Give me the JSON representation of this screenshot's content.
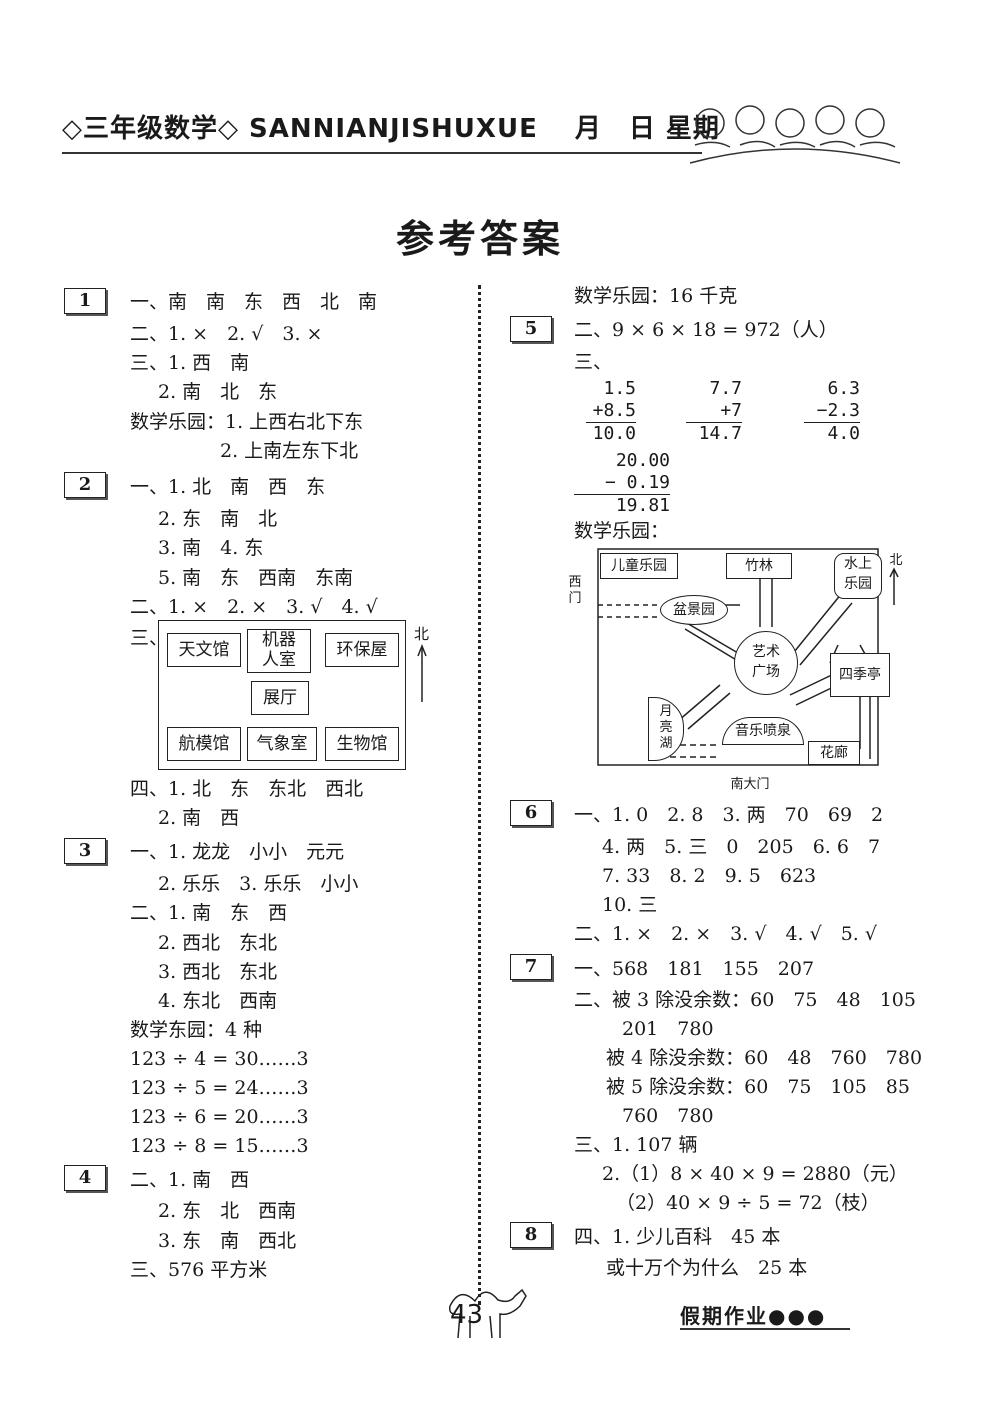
{
  "header": {
    "text": "◇三年级数学◇ SANNIANJISHUXUE　 月　日 星期"
  },
  "title": "参考答案",
  "footer": {
    "page": "43",
    "brand": "假期作业●●●"
  },
  "left": {
    "s1": {
      "num": "1",
      "lines": [
        "一、南　南　东　西　北　南",
        "二、1. ×　2. √　3. ×",
        "三、1. 西　南",
        "2. 南　北　东",
        "数学乐园：1. 上西右北下东",
        "2. 上南左东下北"
      ]
    },
    "s2": {
      "num": "2",
      "lines": [
        "一、1. 北　南　西　东",
        "2. 东　南　北",
        "3. 南　4. 东",
        "5. 南　东　西南　东南",
        "二、1. ×　2. ×　3. √　4. √",
        "三、"
      ],
      "grid": {
        "north": "北",
        "rooms": [
          "天文馆",
          "机器\n人室",
          "环保屋",
          "展厅",
          "航模馆",
          "气象室",
          "生物馆"
        ]
      },
      "lines2": [
        "四、1. 北　东　东北　西北",
        "2. 南　西"
      ]
    },
    "s3": {
      "num": "3",
      "lines": [
        "一、1. 龙龙　小小　元元",
        "2. 乐乐　3. 乐乐　小小",
        "二、1. 南　东　西",
        "2. 西北　东北",
        "3. 西北　东北",
        "4. 东北　西南",
        "数学东园：4 种",
        "123 ÷ 4 = 30……3",
        "123 ÷ 5 = 24……3",
        "123 ÷ 6 = 20……3",
        "123 ÷ 8 = 15……3"
      ]
    },
    "s4": {
      "num": "4",
      "lines": [
        "二、1. 南　西",
        "2. 东　北　西南",
        "3. 东　南　西北",
        "三、576 平方米"
      ]
    }
  },
  "right": {
    "top": "数学乐园：16 千克",
    "s5": {
      "num": "5",
      "lines": [
        "二、9 × 6 × 18 = 972（人）",
        "三、"
      ],
      "calc": [
        [
          "1.5",
          "+8.5",
          "10.0"
        ],
        [
          "7.7",
          "+7",
          "14.7"
        ],
        [
          "6.3",
          "−2.3",
          "4.0"
        ],
        [
          "20.00",
          "− 0.19",
          "19.81"
        ]
      ],
      "park": "数学乐园：",
      "map": {
        "kids": "儿童乐园",
        "bamboo": "竹林",
        "water": "水上\n乐园",
        "north": "北",
        "west": "西\n门",
        "bonsai": "盆景园",
        "art": "艺术\n广场",
        "season": "四季亭",
        "moon": "月\n亮\n湖",
        "fountain": "音乐喷泉",
        "corridor": "花廊",
        "south": "南大门"
      }
    },
    "s6": {
      "num": "6",
      "lines": [
        "一、1. 0　2. 8　3. 两　70　69　2",
        "4. 两　5. 三　0　205　6. 6　7",
        "7. 33　8. 2　9. 5　623",
        "10. 三",
        "二、1. ×　2. ×　3. √　4. √　5. √"
      ]
    },
    "s7": {
      "num": "7",
      "lines": [
        "一、568　181　155　207",
        "二、被 3 除没余数：60　75　48　105",
        "201　780",
        "被 4 除没余数：60　48　760　780",
        "被 5 除没余数：60　75　105　85",
        "760　780",
        "三、1. 107 辆",
        "2.（1）8 × 40 × 9 = 2880（元）",
        "（2）40 × 9 ÷ 5 = 72（枝）"
      ]
    },
    "s8": {
      "num": "8",
      "lines": [
        "四、1. 少儿百科　45 本",
        "或十万个为什么　25 本"
      ]
    }
  }
}
